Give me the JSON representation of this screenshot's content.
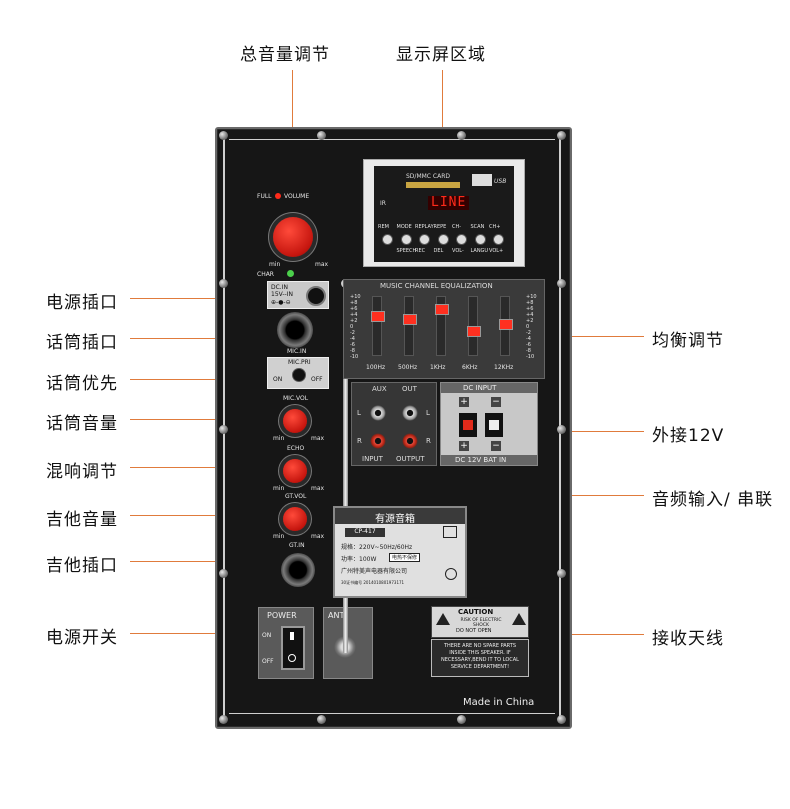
{
  "callouts": {
    "master_volume": "总音量调节",
    "display": "显示屏区域",
    "power_jack": "电源插口",
    "mic_jack": "话筒插口",
    "mic_priority": "话筒优先",
    "mic_volume": "话筒音量",
    "echo": "混响调节",
    "guitar_volume": "吉他音量",
    "guitar_jack": "吉他插口",
    "power_switch": "电源开关",
    "eq": "均衡调节",
    "ext_12v": "外接12V",
    "audio_io": "音频输入/ 串联",
    "antenna": "接收天线"
  },
  "panel": {
    "full": "FULL",
    "volume": "VOLUME",
    "min": "min",
    "max": "max",
    "char": "CHAR",
    "dcin": "DC.IN",
    "dcin_v": "15V--IN",
    "mic_in": "MIC.IN",
    "mic_pri": "MIC.PRI",
    "on": "ON",
    "off": "OFF",
    "mic_vol": "MIC.VOL",
    "echo": "ECHO",
    "gt_vol": "GT.VOL",
    "gt_in": "GT.IN",
    "power": "POWER",
    "power_on": "ON",
    "power_off": "OFF",
    "ant": "ANT",
    "sd_card": "SD/MMC CARD",
    "usb": "USB",
    "ir": "IR",
    "display_text": "LINE",
    "btn_top": [
      "REM",
      "MODE",
      "REPLAY",
      "REPE",
      "CH-",
      "SCAN",
      "CH+"
    ],
    "btn_bottom": [
      "",
      "SPEECH",
      "REC",
      "DEL",
      "VOL-",
      "LANGU",
      "VOL+"
    ],
    "eq_title": "MUSIC CHANNEL EQUALIZATION",
    "eq_bands": [
      "100Hz",
      "500Hz",
      "1KHz",
      "6KHz",
      "12KHz"
    ],
    "eq_levels": [
      0.3,
      0.35,
      0.15,
      0.6,
      0.45
    ],
    "eq_scale": [
      "+10",
      "+8",
      "+6",
      "+4",
      "+2",
      "0",
      "-2",
      "-4",
      "-6",
      "-8",
      "-10"
    ],
    "aux": "AUX",
    "out": "OUT",
    "l": "L",
    "r": "R",
    "input": "INPUT",
    "output": "OUTPUT",
    "dc_input": "DC INPUT",
    "dc_bat": "DC 12V BAT IN",
    "plate_title": "有源音箱",
    "plate_model": "CP-417",
    "plate_power_spec": "规格：220V~50Hz/60Hz",
    "plate_watt": "功率：100W",
    "plate_warning": "电热不保修",
    "plate_maker": "广州特美声电器有限公司",
    "plate_date": "30证书编号 2014010801973171",
    "caution": "CAUTION",
    "caution_line1": "RISK OF ELECTRIC SHOCK",
    "caution_line2": "DO NOT OPEN",
    "service_text": "THERE ARE NO SPARE PARTS INSIDE THIS SPEAKER. IF NECESSARY,BEND IT TO LOCAL SERVICE DEPARTMENT!",
    "made_in": "Made in China"
  }
}
